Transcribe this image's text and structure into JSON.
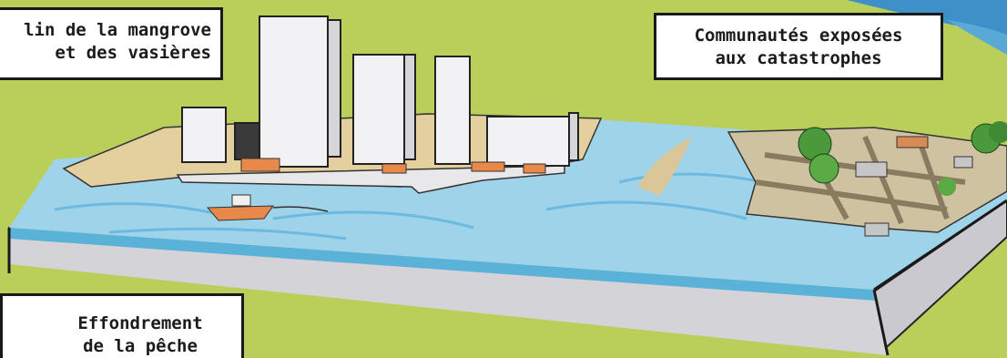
{
  "labels": {
    "mangrove": {
      "line1": "lin de la mangrove",
      "line2": "et des vasières"
    },
    "communities": {
      "line1": "Communautés exposées",
      "line2": "aux catastrophes"
    },
    "fisheries": {
      "line1": "Effondrement",
      "line2": "de la pêche"
    }
  },
  "colors": {
    "background_green": "#b9cf5a",
    "sky_blue": "#3f8fc9",
    "water": "#9fd3ea",
    "sand": "#e4cf9f",
    "slab_side": "#c9c9cf",
    "building": "#f2f2f4",
    "roof_orange": "#e8884a",
    "tree_green": "#4a9a3c"
  },
  "icons": [
    "tower-building-icon",
    "boat-icon",
    "tree-icon",
    "house-icon",
    "pier-icon"
  ]
}
